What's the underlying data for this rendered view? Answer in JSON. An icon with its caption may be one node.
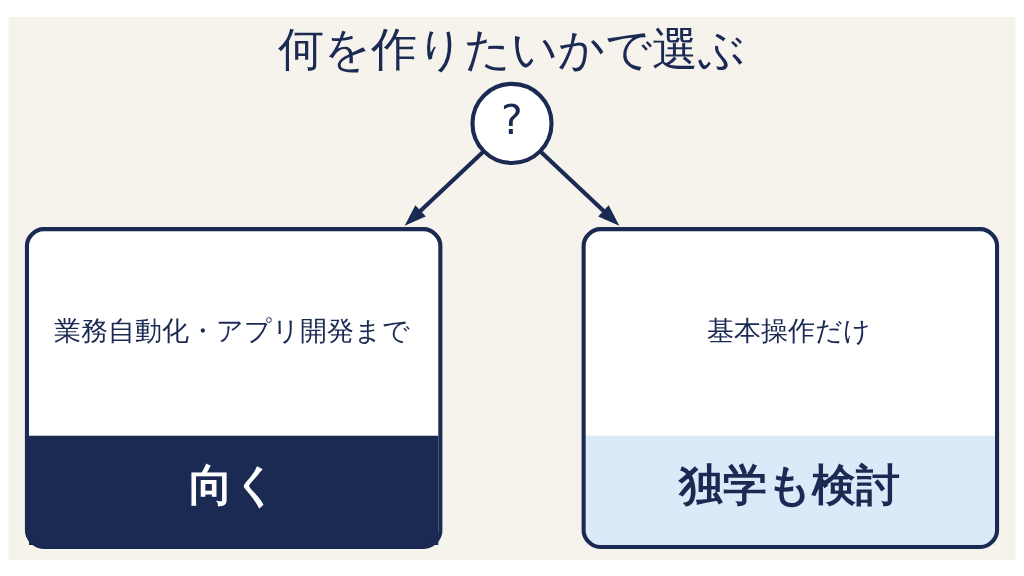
{
  "diagram": {
    "title": "何を作りたいかで選ぶ",
    "nodes": [
      {
        "text": [
          "?"
        ]
      },
      {
        "text": [
          "業務自動化・アプリ開発まで",
          "向く"
        ]
      },
      {
        "text": [
          "基本操作だけ",
          "独学も検討"
        ]
      }
    ],
    "edges": [
      {
        "from": 0,
        "to": 1,
        "arrow": "to"
      },
      {
        "from": 0,
        "to": 2,
        "arrow": "to"
      }
    ]
  }
}
